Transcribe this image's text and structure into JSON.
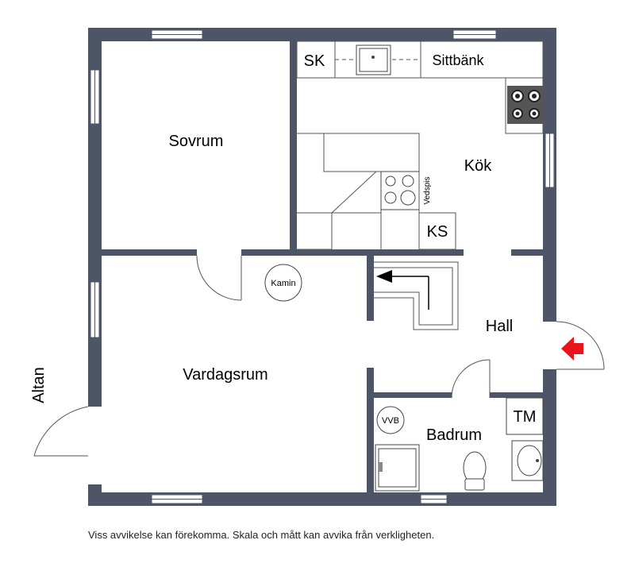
{
  "rooms": {
    "sovrum": "Sovrum",
    "kok": "Kök",
    "hall": "Hall",
    "vardagsrum": "Vardagsrum",
    "badrum": "Badrum",
    "altan": "Altan"
  },
  "fixtures": {
    "sk": "SK",
    "sittbank": "Sittbänk",
    "vedspis": "Vedspis",
    "ks": "KS",
    "kamin": "Kamin",
    "vvb": "VVB",
    "tm": "TM"
  },
  "colors": {
    "wall": "#4d5566",
    "entrance_arrow": "#e8141c"
  },
  "footer": {
    "disclaimer": "Viss avvikelse kan förekomma. Skala och mått kan avvika från verkligheten."
  }
}
